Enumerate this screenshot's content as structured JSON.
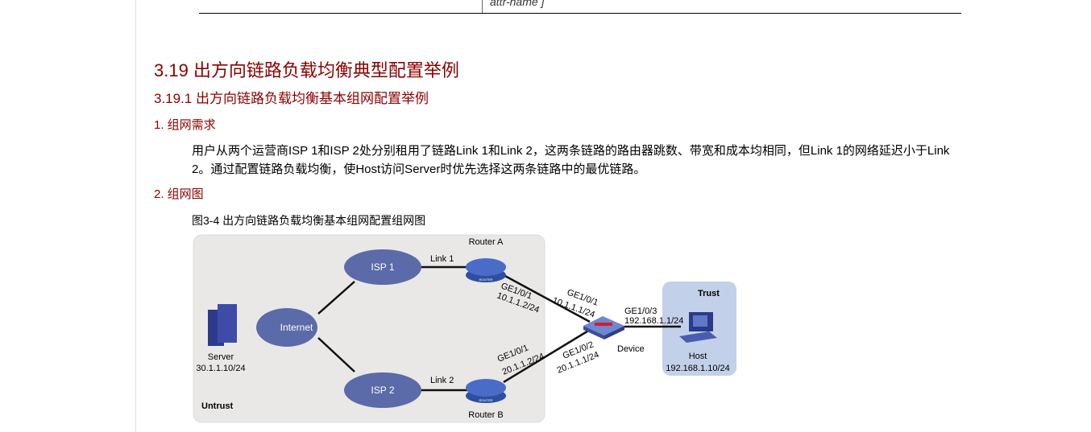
{
  "table_tail": {
    "cell_text": "attr-name ]"
  },
  "section": {
    "title": "3.19  出方向链路负载均衡典型配置举例"
  },
  "subsection": {
    "title": "3.19.1  出方向链路负载均衡基本组网配置举例"
  },
  "req": {
    "heading": "1. 组网需求",
    "line1": "用户从两个运营商ISP 1和ISP 2处分别租用了链路Link 1和Link 2，这两条链路的路由器跳数、带宽和成本均相同，但Link 1的网络延迟小于Link",
    "line2": "2。通过配置链路负载均衡，使Host访问Server时优先选择这两条链路中的最优链路。"
  },
  "diagram": {
    "heading": "2. 组网图",
    "caption": "图3-4 出方向链路负载均衡基本组网配置组网图",
    "labels": {
      "untrust": "Untrust",
      "trust": "Trust",
      "isp1": "ISP 1",
      "isp2": "ISP 2",
      "internet": "Internet",
      "server": "Server",
      "server_ip": "30.1.1.10/24",
      "link1": "Link 1",
      "link2": "Link 2",
      "router_a": "Router A",
      "router_b": "Router B",
      "router_badge": "ROUTER",
      "ra_if": "GE1/0/1",
      "ra_ip": "10.1.1.2/24",
      "rb_if": "GE1/0/1",
      "rb_ip": "20.1.1.2/24",
      "dev_if1": "GE1/0/1",
      "dev_ip1": "10.1.1.1/24",
      "dev_if2": "GE1/0/2",
      "dev_ip2": "20.1.1.1/24",
      "dev_if3": "GE1/0/3",
      "dev_ip3": "192.168.1.1/24",
      "device": "Device",
      "host": "Host",
      "host_ip": "192.168.1.10/24"
    }
  }
}
